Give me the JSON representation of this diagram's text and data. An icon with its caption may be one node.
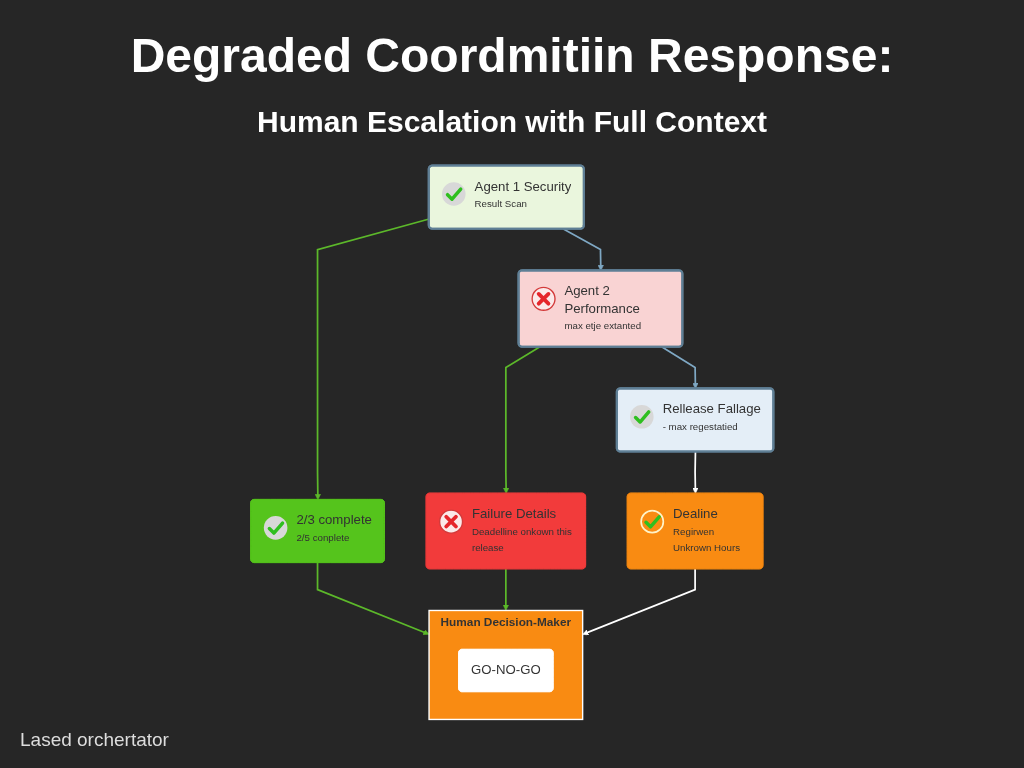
{
  "diagram": {
    "title": "Degraded Coordmitiin Response:",
    "nodes": [
      {
        "text": [
          "Agent 1 Security",
          "Result Scan"
        ]
      },
      {
        "text": [
          "Agent 2 Performance",
          "max etje extanted"
        ]
      },
      {
        "text": [
          "Rellease Fallage",
          "- max regestatied"
        ]
      },
      {
        "text": [
          "2/3 complete",
          "2/5 conplete"
        ]
      },
      {
        "text": [
          "Failure Details",
          "Deadelline onkown this release"
        ]
      },
      {
        "text": [
          "Dealine",
          "Regirwen Unkrown Hours"
        ]
      },
      {
        "text": [
          "Human Decision-Maker"
        ]
      },
      {
        "text": [
          "GO-NO-GO"
        ],
        "in": 6
      }
    ],
    "edges": [
      {
        "from": 0,
        "to": 1,
        "arrow": "to",
        "color": "#7fa8c4"
      },
      {
        "from": 1,
        "to": 2,
        "arrow": "to",
        "color": "#7fa8c4"
      },
      {
        "from": 0,
        "to": 3,
        "arrow": "to"
      },
      {
        "from": 1,
        "to": 4,
        "arrow": "to"
      },
      {
        "from": 2,
        "to": 5,
        "arrow": "to",
        "color": "#ffffff"
      },
      {
        "from": 3,
        "to": 6,
        "arrow": "to"
      },
      {
        "from": 4,
        "to": 6,
        "arrow": "to"
      },
      {
        "from": 5,
        "to": 6,
        "arrow": "to",
        "color": "#ffffff"
      }
    ],
    "labels": [
      "Human Escalation with Full Context",
      "Lased orchertator"
    ]
  }
}
